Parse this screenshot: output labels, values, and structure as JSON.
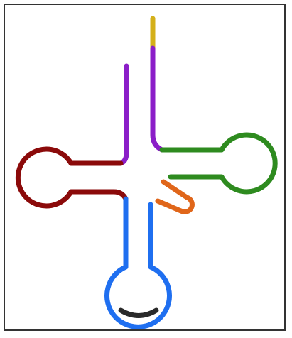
{
  "diagram": {
    "type": "trna-cloverleaf-structure",
    "segments": [
      {
        "id": "acceptor-stem-tail",
        "color": "#d4b01a"
      },
      {
        "id": "acceptor-stem",
        "color": "#8b1ec8"
      },
      {
        "id": "d-arm",
        "color": "#8b0a0a"
      },
      {
        "id": "t-arm",
        "color": "#2e8b1f"
      },
      {
        "id": "variable-loop",
        "color": "#e0661a"
      },
      {
        "id": "anticodon-arm",
        "color": "#1f6ff0"
      },
      {
        "id": "anticodon",
        "color": "#2a2a2a"
      }
    ]
  }
}
